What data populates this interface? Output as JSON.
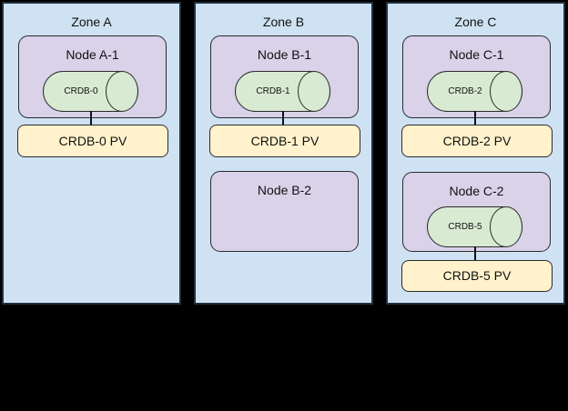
{
  "colors": {
    "background": "#000000",
    "zone_fill": "#cfe2f3",
    "zone_border": "#22303c",
    "node_fill": "#d9d2e9",
    "cylinder_fill": "#d9ead3",
    "pv_fill": "#fff2cc",
    "shape_border": "#2b2b2b",
    "connector": "#111111",
    "text": "#111111"
  },
  "zones": [
    {
      "label": "Zone A",
      "stacks": [
        {
          "node": "Node A-1",
          "pod": "CRDB-0",
          "pv": "CRDB-0 PV"
        }
      ]
    },
    {
      "label": "Zone B",
      "stacks": [
        {
          "node": "Node B-1",
          "pod": "CRDB-1",
          "pv": "CRDB-1 PV"
        }
      ],
      "empty_node": "Node B-2"
    },
    {
      "label": "Zone C",
      "stacks": [
        {
          "node": "Node C-1",
          "pod": "CRDB-2",
          "pv": "CRDB-2 PV"
        },
        {
          "node": "Node C-2",
          "pod": "CRDB-5",
          "pv": "CRDB-5 PV"
        }
      ]
    }
  ]
}
